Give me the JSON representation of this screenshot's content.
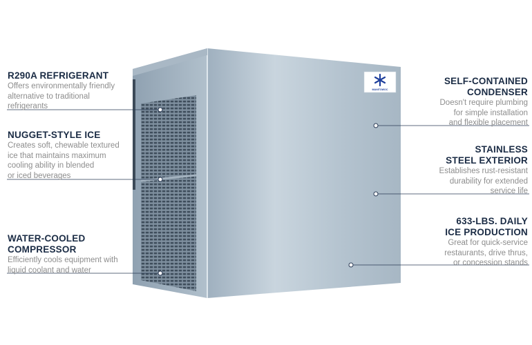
{
  "product": {
    "brand_badge": "MANITOWOC",
    "badge_color": "#1e3f9c"
  },
  "features": {
    "refrigerant": {
      "title": "R290A REFRIGERANT",
      "desc": "Offers environmentally friendly\nalternative to traditional\nrefrigerants"
    },
    "nugget_ice": {
      "title": "NUGGET-STYLE ICE",
      "desc": "Creates soft, chewable textured\nice that maintains maximum\ncooling ability in blended\nor iced beverages"
    },
    "compressor": {
      "title": "WATER-COOLED\nCOMPRESSOR",
      "desc": "Efficiently cools equipment with\nliquid coolant and water"
    },
    "condenser": {
      "title": "SELF-CONTAINED\nCONDENSER",
      "desc": "Doesn't require plumbing\nfor simple installation\nand flexible placement"
    },
    "exterior": {
      "title": "STAINLESS\nSTEEL EXTERIOR",
      "desc": "Establishes rust-resistant\ndurability for extended\nservice life"
    },
    "production": {
      "title": "633-LBS. DAILY\nICE PRODUCTION",
      "desc": "Great for quick-service\nrestaurants, drive thrus,\nor concession stands"
    }
  },
  "colors": {
    "heading": "#1a2b44",
    "body": "#8d8d8d",
    "leader": "#2a3a55"
  }
}
